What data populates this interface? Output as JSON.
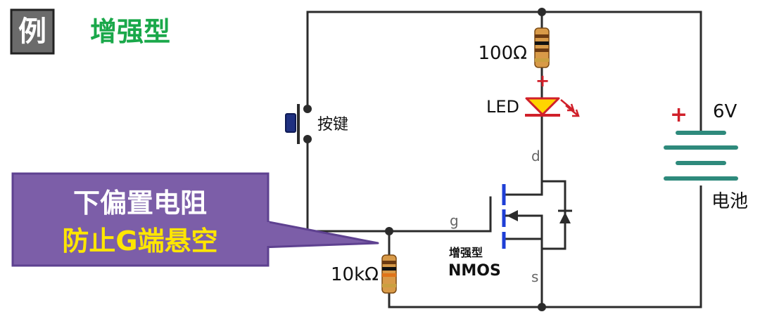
{
  "header": {
    "badge": "例",
    "title": "增强型"
  },
  "components": {
    "r_top": "100Ω",
    "r_bottom": "10kΩ",
    "led": "LED",
    "plus_led": "+",
    "button": "按键",
    "battery_plus": "+",
    "battery_voltage": "6V",
    "battery_label": "电池",
    "mos_type": "增强型",
    "mos_name": "NMOS",
    "pin_d": "d",
    "pin_g": "g",
    "pin_s": "s"
  },
  "callout": {
    "line1": "下偏置电阻",
    "line2": "防止G端悬空"
  },
  "colors": {
    "wire": "#2b2b2b",
    "title_green": "#1aa84a",
    "badge_gray": "#6b6b6b",
    "callout_fill": "#7c5ea8",
    "callout_line2": "#ffe600",
    "led_yellow": "#ffd400",
    "led_red": "#d0202a",
    "battery_teal": "#2e8a7c",
    "mos_blue": "#1f3fd6",
    "resistor_body": "#d89a48"
  }
}
